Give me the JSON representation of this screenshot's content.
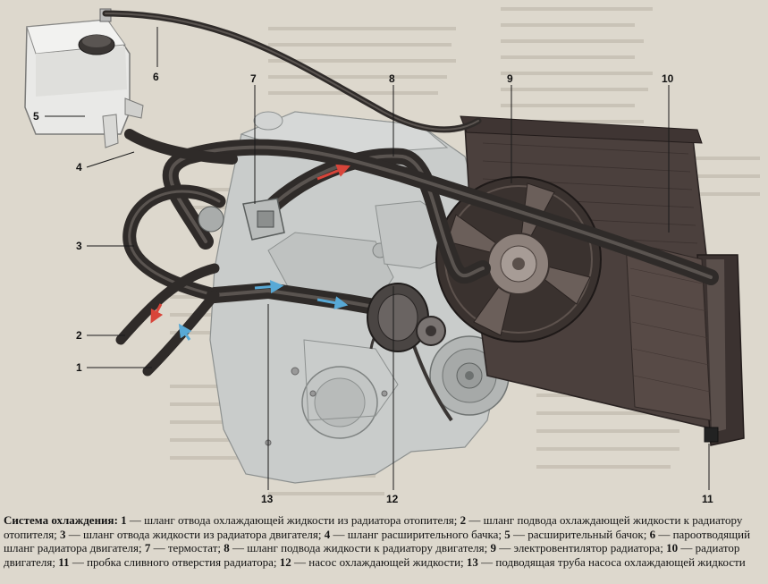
{
  "callouts": [
    {
      "id": "1",
      "label": "1"
    },
    {
      "id": "2",
      "label": "2"
    },
    {
      "id": "3",
      "label": "3"
    },
    {
      "id": "4",
      "label": "4"
    },
    {
      "id": "5",
      "label": "5"
    },
    {
      "id": "6",
      "label": "6"
    },
    {
      "id": "7",
      "label": "7"
    },
    {
      "id": "8",
      "label": "8"
    },
    {
      "id": "9",
      "label": "9"
    },
    {
      "id": "10",
      "label": "10"
    },
    {
      "id": "11",
      "label": "11"
    },
    {
      "id": "12",
      "label": "12"
    },
    {
      "id": "13",
      "label": "13"
    }
  ],
  "caption": {
    "title": "Система охлаждения:",
    "parts": [
      {
        "num": "1",
        "text": "шланг отвода охлаждающей жидкости из радиатора отопителя;"
      },
      {
        "num": "2",
        "text": "шланг подвода охлаждающей жидкости к радиатору отопителя;"
      },
      {
        "num": "3",
        "text": "шланг отвода жидкости из радиатора двигателя;"
      },
      {
        "num": "4",
        "text": "шланг расширительного бачка;"
      },
      {
        "num": "5",
        "text": "расширительный бачок;"
      },
      {
        "num": "6",
        "text": "пароотводящий шланг радиатора двигателя;"
      },
      {
        "num": "7",
        "text": "термостат;"
      },
      {
        "num": "8",
        "text": "шланг подвода жидкости к радиатору двигателя;"
      },
      {
        "num": "9",
        "text": "электровентилятор радиатора;"
      },
      {
        "num": "10",
        "text": "радиатор двигателя;"
      },
      {
        "num": "11",
        "text": "пробка сливного отверстия радиатора;"
      },
      {
        "num": "12",
        "text": "насос охлаждающей жидкости;"
      },
      {
        "num": "13",
        "text": "подводящая труба насоса охлаждающей жидкости"
      }
    ]
  },
  "colors": {
    "hose": "#2f2b29",
    "hose_highlight": "#5a5450",
    "engine": "#c9cccb",
    "radiator": "#4b403d",
    "arrow_hot": "#d8453a",
    "arrow_cold": "#58a9d6"
  }
}
